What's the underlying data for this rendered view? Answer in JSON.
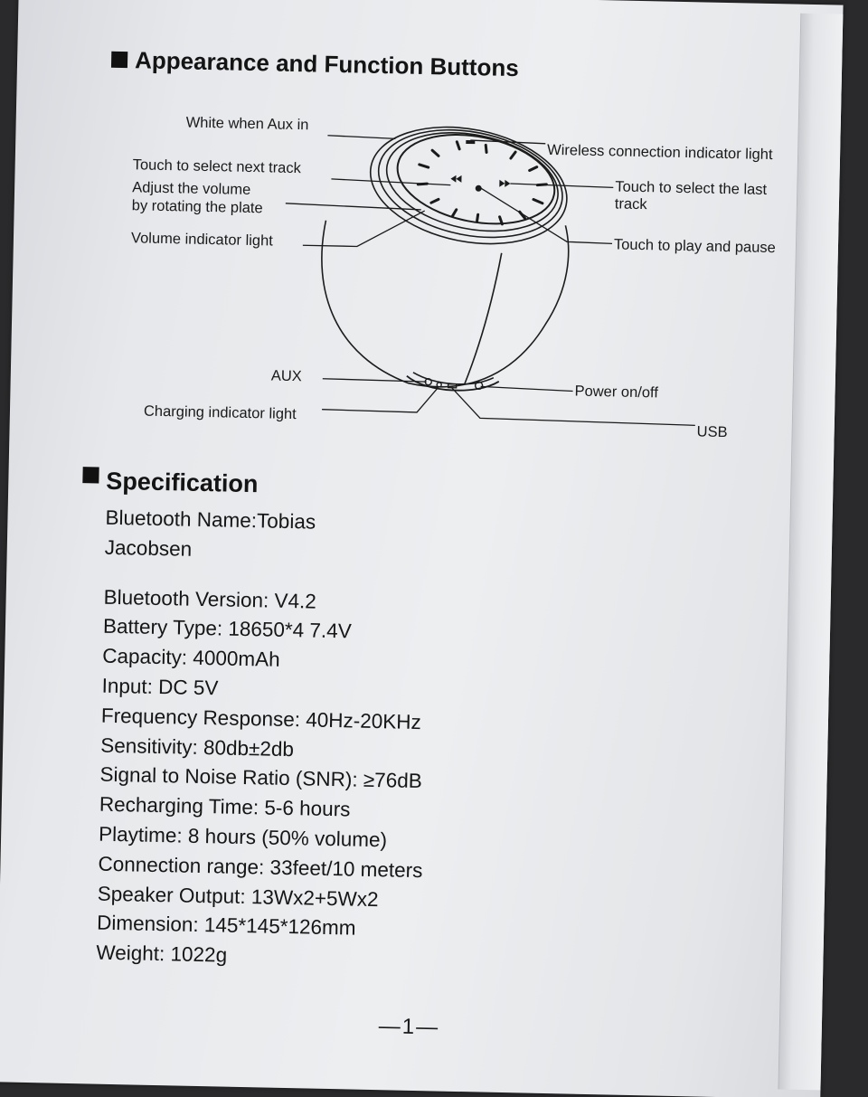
{
  "section1": {
    "title": "Appearance and Function Buttons"
  },
  "diagram": {
    "labels": {
      "white_aux": "White when Aux in",
      "next_track": "Touch to select next track",
      "volume_line1": "Adjust the volume",
      "volume_line2": "by rotating the plate",
      "volume_light": "Volume indicator light",
      "wireless": "Wireless connection indicator light",
      "last_track_line1": "Touch to select the last",
      "last_track_line2": "track",
      "play_pause": "Touch to play and pause",
      "aux": "AUX",
      "power": "Power on/off",
      "charging": "Charging indicator light",
      "usb": "USB"
    }
  },
  "section2": {
    "title": "Specification"
  },
  "specs": {
    "bluetooth_name": "Bluetooth Name:Tobias Jacobsen",
    "items": [
      "Bluetooth Version: V4.2",
      "Battery Type: 18650*4 7.4V",
      "Capacity: 4000mAh",
      "Input: DC 5V",
      "Frequency Response: 40Hz-20KHz",
      "Sensitivity: 80db±2db",
      "Signal to Noise Ratio (SNR): ≥76dB",
      "Recharging Time: 5-6 hours",
      "Playtime: 8 hours (50% volume)",
      "Connection range: 33feet/10 meters",
      "Speaker Output: 13Wx2+5Wx2",
      "Dimension: 145*145*126mm",
      "Weight: 1022g"
    ]
  },
  "footer": {
    "page_number": "—1—"
  }
}
